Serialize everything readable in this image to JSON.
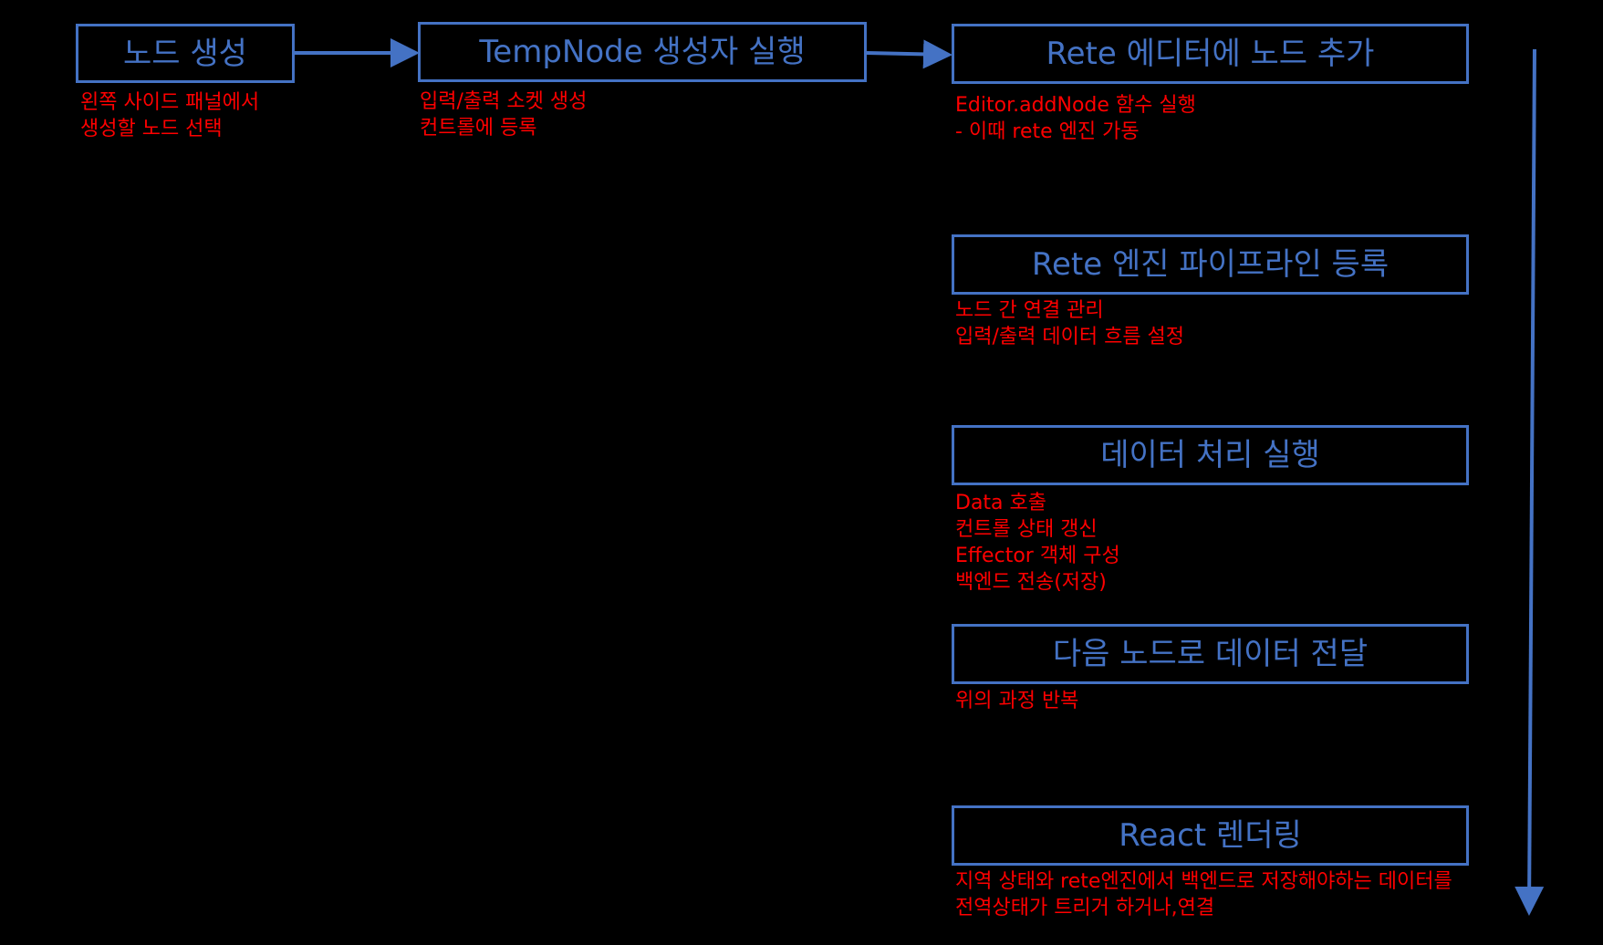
{
  "colors": {
    "background": "#000000",
    "node_border": "#4472c4",
    "node_text": "#4472c4",
    "note_text": "#ff0000",
    "arrow": "#4472c4"
  },
  "nodes": [
    {
      "id": "create-node",
      "label": "노드 생성",
      "notes": [
        "왼쪽 사이드 패널에서",
        "생성할 노드 선택"
      ]
    },
    {
      "id": "tempnode-constructor",
      "label": "TempNode 생성자 실행",
      "notes": [
        "입력/출력 소켓 생성",
        "컨트롤에 등록"
      ]
    },
    {
      "id": "add-node-to-editor",
      "label": "Rete 에디터에 노드 추가",
      "notes": [
        "Editor.addNode 함수 실행",
        "- 이때 rete 엔진 가동"
      ]
    },
    {
      "id": "register-engine-pipeline",
      "label": "Rete 엔진 파이프라인 등록",
      "notes": [
        "노드 간 연결 관리",
        "입력/출력 데이터 흐름 설정"
      ]
    },
    {
      "id": "run-data-processing",
      "label": "데이터 처리 실행",
      "notes": [
        "Data 호출",
        "컨트롤 상태 갱신",
        "Effector 객체 구성",
        "백엔드 전송(저장)"
      ]
    },
    {
      "id": "pass-data-to-next-node",
      "label": "다음 노드로 데이터 전달",
      "notes": [
        "위의 과정 반복"
      ]
    },
    {
      "id": "react-rendering",
      "label": "React 렌더링",
      "notes": [
        "지역 상태와 rete엔진에서 백엔드로 저장해야하는 데이터를",
        "전역상태가 트리거 하거나,연결"
      ]
    }
  ]
}
